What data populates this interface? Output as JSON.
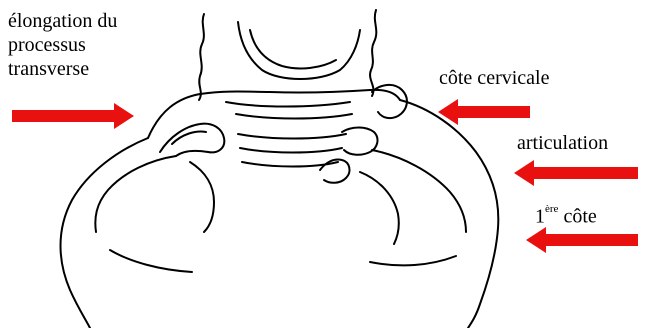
{
  "labels": {
    "elongation_line1": "élongation du",
    "elongation_line2": "processus",
    "elongation_line3": "transverse",
    "cervical_rib": "côte cervicale",
    "articulation": "articulation",
    "first_rib_num": "1",
    "first_rib_sup": "ère",
    "first_rib_word": " côte"
  },
  "colors": {
    "arrow": "#e8110f",
    "ink": "#000000",
    "background": "#ffffff"
  },
  "icons": {
    "arrow": "arrow-right-icon / arrow-left-icon"
  }
}
